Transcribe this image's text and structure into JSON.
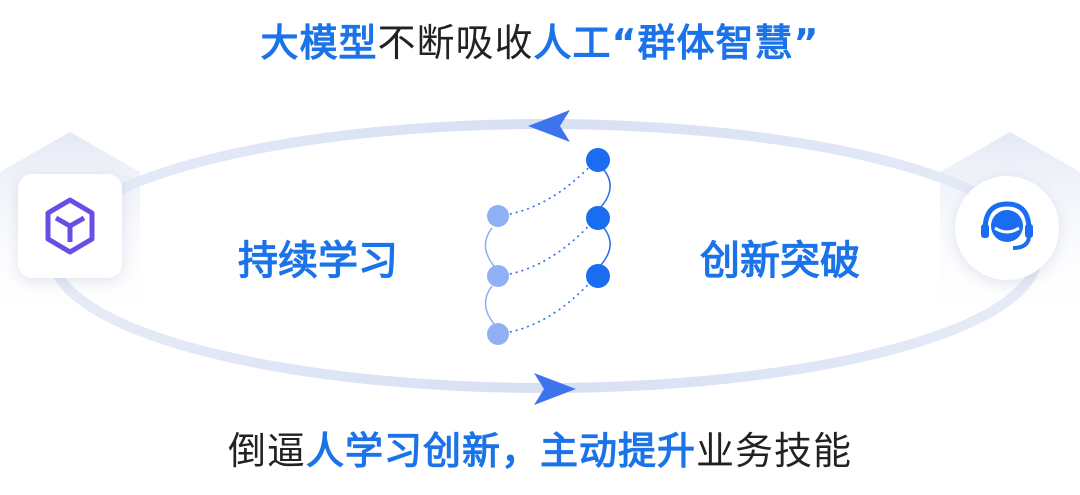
{
  "title": {
    "part1": "大模型",
    "part2": "不断吸收",
    "part3": "人工",
    "part4": "“群体智慧”"
  },
  "labels": {
    "left": "持续学习",
    "right": "创新突破"
  },
  "footer": {
    "part1": "倒逼",
    "part2": "人学习创新，主动提升",
    "part3": "业务技能"
  },
  "icons": {
    "left": "cube-icon",
    "right": "headset-agent-icon"
  },
  "colors": {
    "accent": "#1a73e8",
    "light_node": "#8fb0f5",
    "ring": "#dde4f3"
  }
}
